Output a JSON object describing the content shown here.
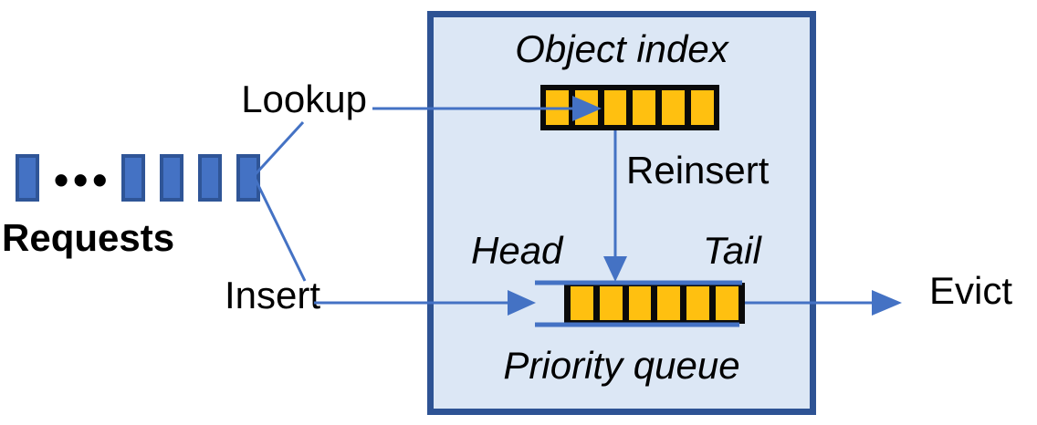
{
  "labels": {
    "requests": "Requests",
    "lookup": "Lookup",
    "insert": "Insert",
    "object_index": "Object index",
    "reinsert": "Reinsert",
    "head": "Head",
    "tail": "Tail",
    "priority_queue": "Priority queue",
    "evict": "Evict"
  },
  "request_stream": {
    "ellipsis": "•••",
    "blocks_before_ellipsis": 1,
    "blocks_after_ellipsis": 4
  },
  "object_index": {
    "cells": 6
  },
  "priority_queue": {
    "cells": 6
  },
  "colors": {
    "arrow_blue": "#4472C4",
    "request_fill": "#4472C4",
    "request_border": "#2F5597",
    "box_border": "#2E5394",
    "box_fill": "#DCE7F5",
    "cell_fill": "#FFC010",
    "cell_frame": "#0A0A0A",
    "text": "#000000"
  }
}
